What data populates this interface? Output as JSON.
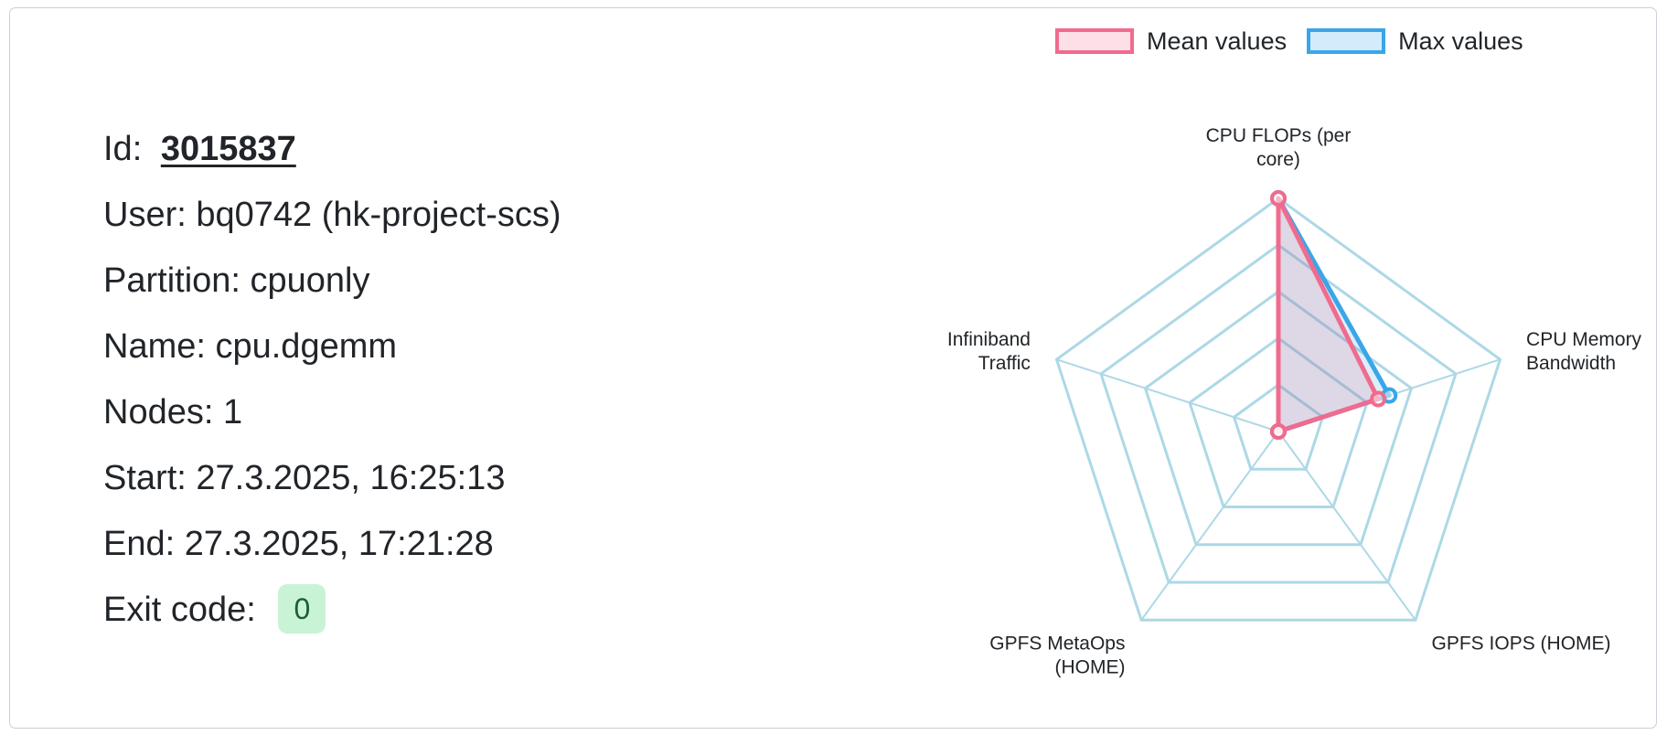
{
  "job": {
    "id_label": "Id:",
    "id_value": "3015837",
    "user": "User: bq0742 (hk-project-scs)",
    "partition": "Partition: cpuonly",
    "name": "Name: cpu.dgemm",
    "nodes": "Nodes: 1",
    "start": "Start: 27.3.2025, 16:25:13",
    "end": "End: 27.3.2025, 17:21:28",
    "exit_label": "Exit code:",
    "exit_value": "0"
  },
  "colors": {
    "mean_stroke": "#f06b8d",
    "mean_fill": "#fde0e7",
    "max_stroke": "#3aa6e8",
    "max_fill": "#d4ebfb",
    "grid": "#add8e6",
    "badge_bg": "#c9f3d5"
  },
  "chart_data": {
    "type": "radar",
    "axes": [
      [
        "CPU FLOPs (per",
        "core)"
      ],
      [
        "CPU Memory",
        "Bandwidth"
      ],
      [
        "GPFS IOPS (HOME)"
      ],
      [
        "GPFS MetaOps",
        "(HOME)"
      ],
      [
        "Infiniband",
        "Traffic"
      ]
    ],
    "range": [
      0,
      1
    ],
    "ticks": [
      0.2,
      0.4,
      0.6,
      0.8,
      1.0
    ],
    "legend_position": "top-right",
    "series": [
      {
        "name": "Mean values",
        "values": [
          1.0,
          0.45,
          0.0,
          0.0,
          0.0
        ]
      },
      {
        "name": "Max values",
        "values": [
          1.0,
          0.5,
          0.0,
          0.0,
          0.0
        ]
      }
    ]
  }
}
